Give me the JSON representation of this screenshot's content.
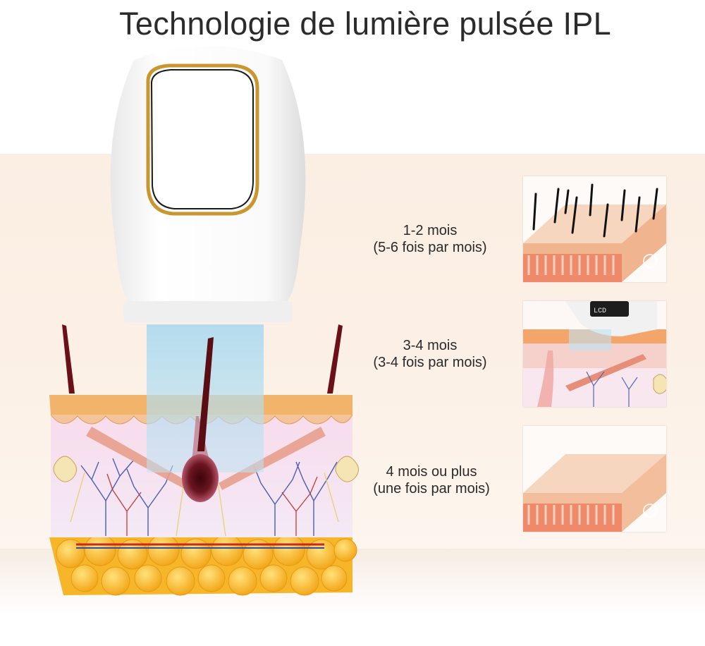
{
  "title": "Technologie de lumière pulsée IPL",
  "stages": [
    {
      "line1": "1-2 mois",
      "line2": "(5-6 fois par mois)"
    },
    {
      "line1": "3-4 mois",
      "line2": "(3-4 fois par mois)"
    },
    {
      "line1": "4 mois ou plus",
      "line2": "(une fois par mois)"
    }
  ],
  "device_screen_text": "LCD",
  "colors": {
    "background_band": "#fbeee3",
    "skin_orange": "#f2b36a",
    "fat_yellow": "#f7b52a",
    "hair_dark": "#5a0d14",
    "device_gold": "#c9962f"
  }
}
